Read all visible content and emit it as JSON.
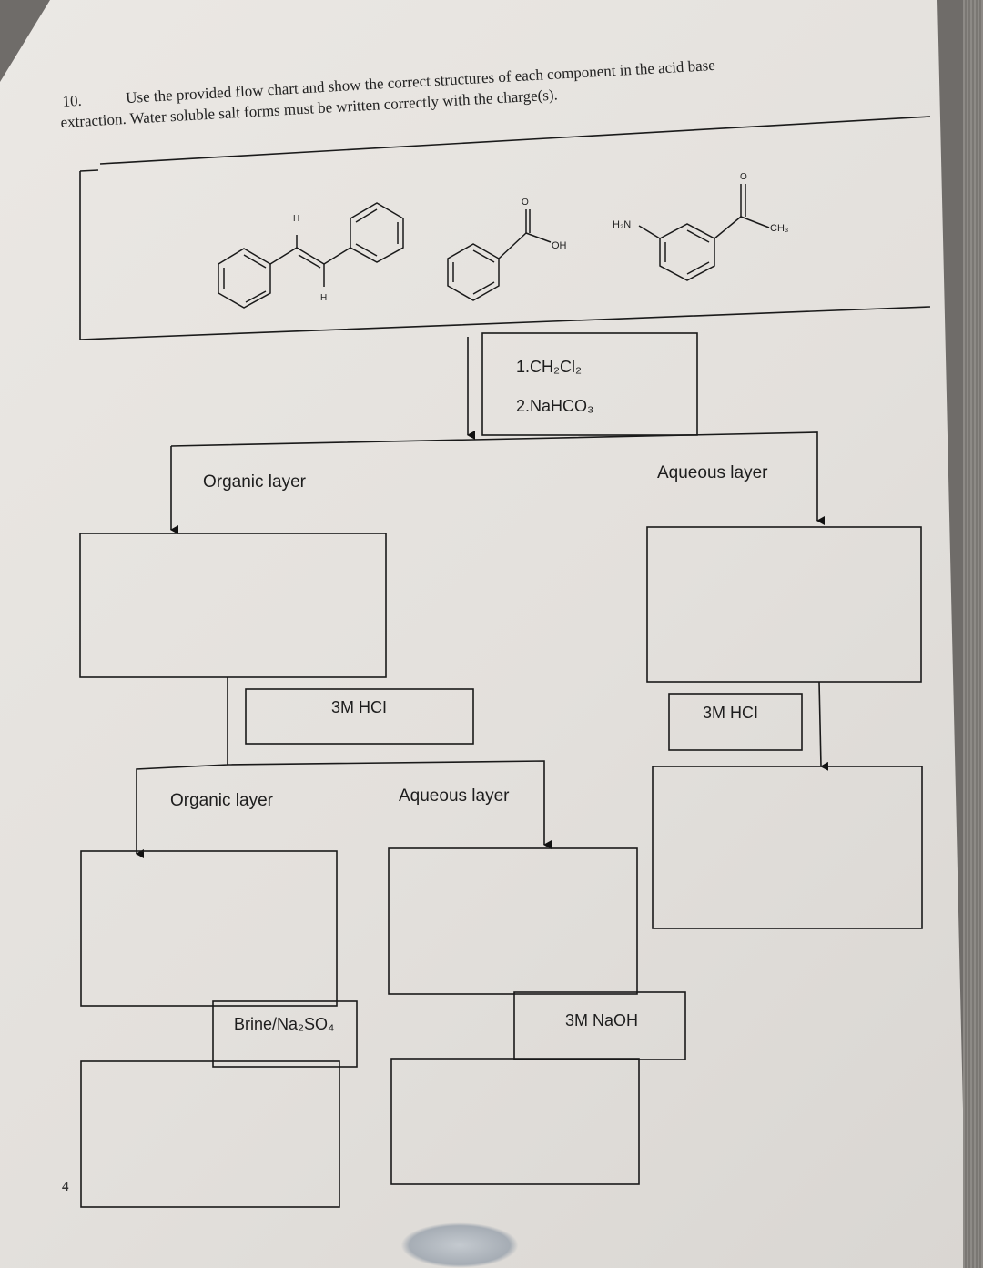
{
  "question": {
    "number": "10.",
    "line1": "Use the provided flow chart and show the correct structures of each component in the acid base",
    "line2": "extraction. Water soluble salt forms must be written correctly with the charge(s)."
  },
  "molecules": {
    "stilbene": {
      "h_top": "H",
      "h_bottom": "H"
    },
    "benzoic_acid": {
      "o_label": "O",
      "oh_label": "OH"
    },
    "aminoacetophenone": {
      "nh2_label": "H₂N",
      "o_label": "O",
      "ch3_label": "CH₃"
    }
  },
  "reagents": {
    "first_line1": "1.CH₂Cl₂",
    "first_line2": "2.NaHCO₃",
    "hcl_left": "3M HCI",
    "hcl_right": "3M HCI",
    "brine": "Brine/Na₂SO₄",
    "naoh": "3M NaOH"
  },
  "layers": {
    "organic_1": "Organic layer",
    "aqueous_1": "Aqueous layer",
    "organic_2": "Organic layer",
    "aqueous_2": "Aqueous layer"
  },
  "page_number": "4"
}
